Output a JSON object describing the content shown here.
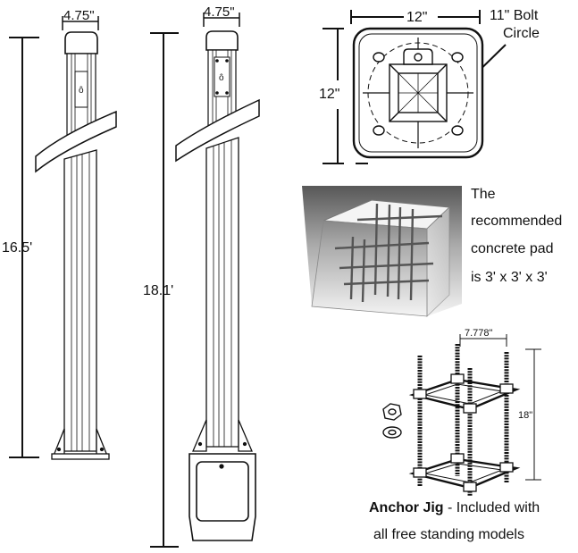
{
  "pole_short": {
    "width_label": "4.75\"",
    "height_label": "16.5'"
  },
  "pole_tall": {
    "width_label": "4.75\"",
    "height_label": "18.1'"
  },
  "base_plate": {
    "width_label": "12\"",
    "height_label": "12\"",
    "bolt_circle_label_1": "11\" Bolt",
    "bolt_circle_label_2": "Circle"
  },
  "concrete_pad": {
    "lines": [
      "The",
      "recommended",
      "concrete pad",
      "is 3' x 3' x 3'"
    ]
  },
  "anchor_jig": {
    "spacing_label": "7.778\"",
    "height_label": "18\"",
    "caption_bold": "Anchor Jig",
    "caption_rest": " - Included with",
    "caption_line2": "all free standing models"
  }
}
